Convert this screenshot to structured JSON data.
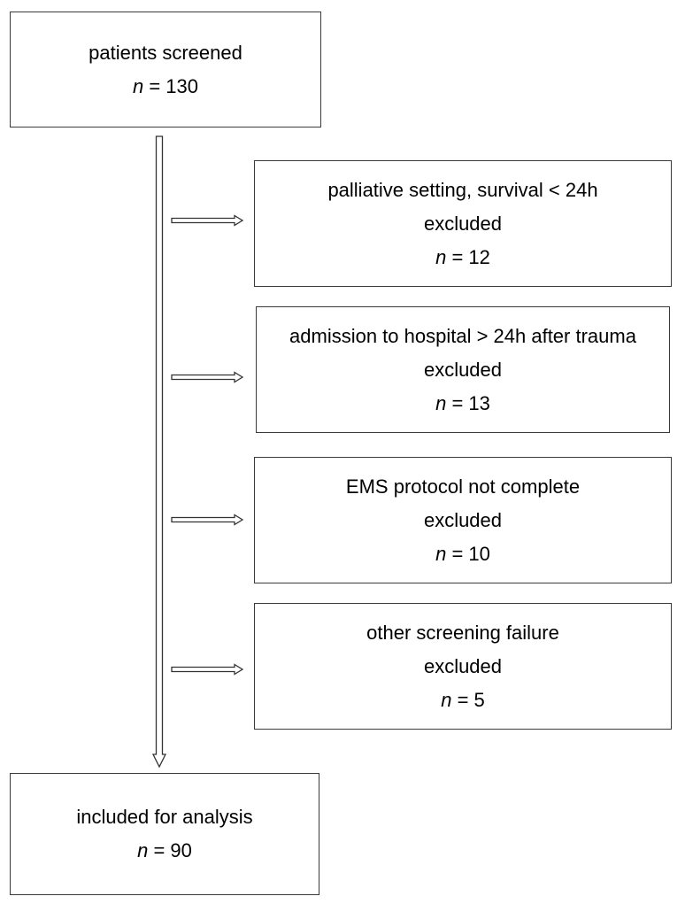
{
  "flowchart": {
    "screened": {
      "label": "patients screened",
      "n_symbol": "n",
      "n_eq": " = 130"
    },
    "exclusions": [
      {
        "reason": "palliative setting, survival < 24h",
        "status": "excluded",
        "n_symbol": "n",
        "n_eq": " = 12"
      },
      {
        "reason": "admission to hospital > 24h after trauma",
        "status": "excluded",
        "n_symbol": "n",
        "n_eq": " = 13"
      },
      {
        "reason": "EMS protocol not complete",
        "status": "excluded",
        "n_symbol": "n",
        "n_eq": " = 10"
      },
      {
        "reason": "other screening failure",
        "status": "excluded",
        "n_symbol": "n",
        "n_eq": " = 5"
      }
    ],
    "included": {
      "label": "included for analysis",
      "n_symbol": "n",
      "n_eq": " = 90"
    }
  },
  "colors": {
    "border": "#3a3a3a",
    "arrow": "#333333",
    "text": "#000000",
    "background": "#ffffff"
  }
}
